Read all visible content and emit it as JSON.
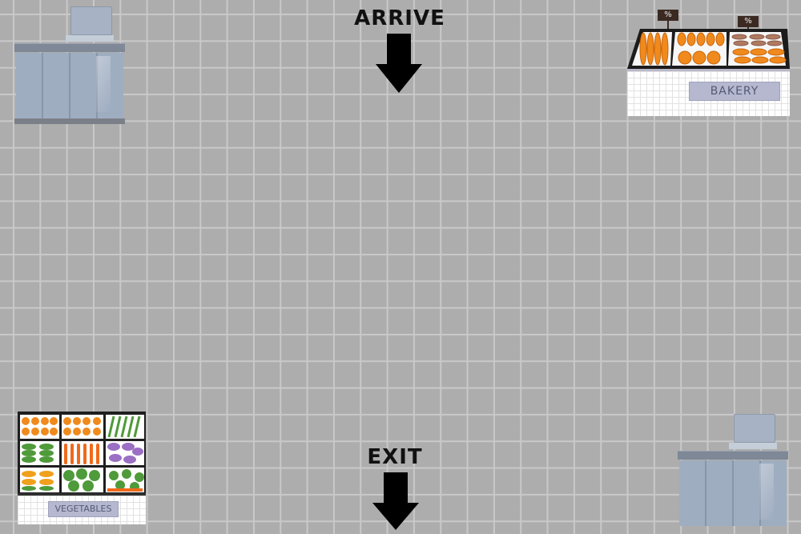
{
  "scene": {
    "arrive_label": "ARRIVE",
    "exit_label": "EXIT"
  },
  "bakery": {
    "sign": "BAKERY",
    "tags": [
      "%",
      "%"
    ]
  },
  "vegetables": {
    "sign": "VEGETABLES"
  },
  "colors": {
    "floor": "#adadad",
    "grid_line": "#c9c9c9",
    "counter": "#9fadc1",
    "orange": "#f08a1c",
    "green": "#4f9a3a",
    "purple": "#9b6fc4"
  },
  "icons": {
    "arrive": "down-arrow-icon",
    "exit": "down-arrow-icon"
  }
}
